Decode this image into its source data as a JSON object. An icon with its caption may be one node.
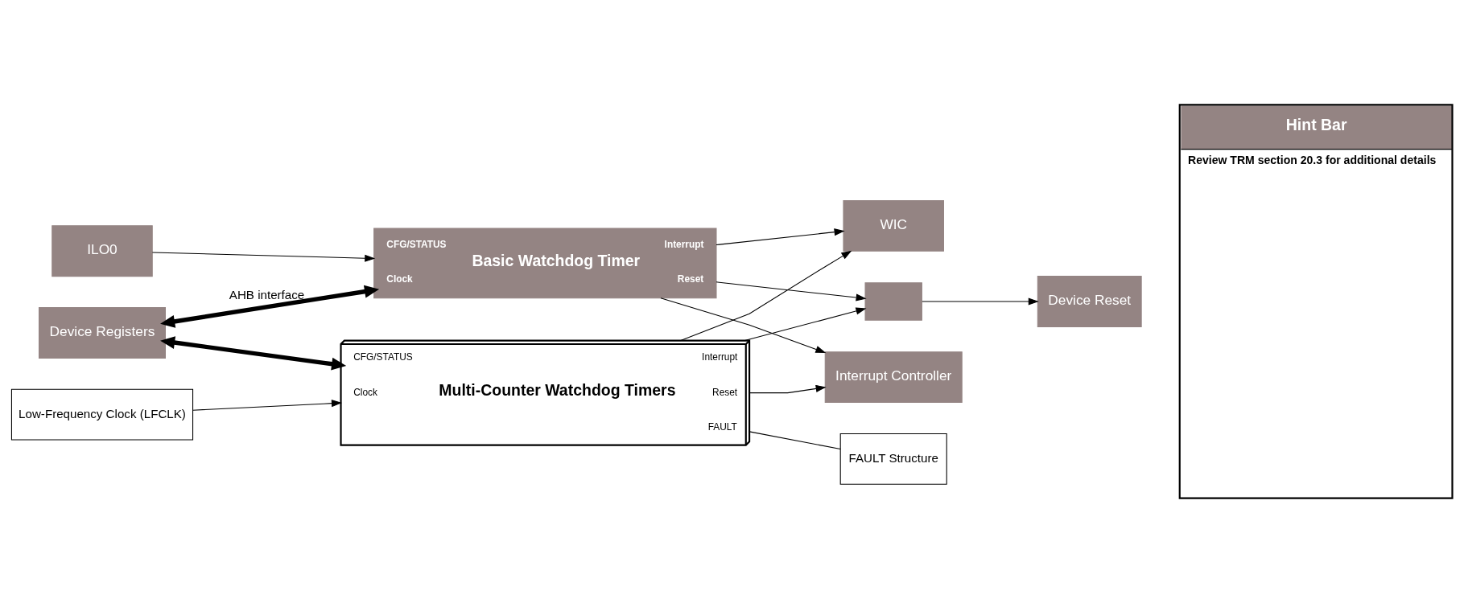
{
  "diagram": {
    "nodes": [
      {
        "text": [
          "Device Registers"
        ]
      },
      {
        "text": [
          "Basic Watchdog Timer",
          "CFG/STATUS",
          "Clock",
          "Interrupt",
          "Reset"
        ]
      },
      {
        "text": [
          "ILO0"
        ]
      },
      {
        "text": [
          "Multi-Counter Watchdog Timers",
          "CFG/STATUS",
          "Clock",
          "Interrupt",
          "Reset",
          "FAULT"
        ]
      },
      {
        "text": [
          "Low-Frequency Clock (LFCLK)"
        ]
      },
      {
        "text": [
          "WIC"
        ]
      },
      {
        "text": [
          "Interrupt Controller"
        ]
      },
      {
        "text": [],
        "shape": "trapezoid"
      },
      {
        "text": [
          "Device Reset"
        ]
      },
      {
        "text": [
          "FAULT Structure"
        ]
      },
      {
        "text": [
          "Hint Bar",
          "Review TRM section 20.3 for additional details"
        ]
      }
    ],
    "edges": [
      {
        "from": 0,
        "to": 1,
        "arrow": "both",
        "label": "AHB interface",
        "style": "thick"
      },
      {
        "from": 0,
        "to": 3,
        "arrow": "both",
        "style": "thick"
      },
      {
        "from": 2,
        "to": 1,
        "arrow": "to"
      },
      {
        "from": 4,
        "to": 3,
        "arrow": "to"
      },
      {
        "from": 1,
        "to": 5,
        "arrow": "to"
      },
      {
        "from": 1,
        "to": 6,
        "arrow": "to"
      },
      {
        "from": 3,
        "to": 5,
        "arrow": "to"
      },
      {
        "from": 3,
        "to": 6,
        "arrow": "to"
      },
      {
        "from": 1,
        "to": 7,
        "arrow": "to"
      },
      {
        "from": 3,
        "to": 7,
        "arrow": "to"
      },
      {
        "from": 7,
        "to": 8,
        "arrow": "to"
      },
      {
        "from": 3,
        "to": 9,
        "arrow": "none"
      }
    ]
  }
}
